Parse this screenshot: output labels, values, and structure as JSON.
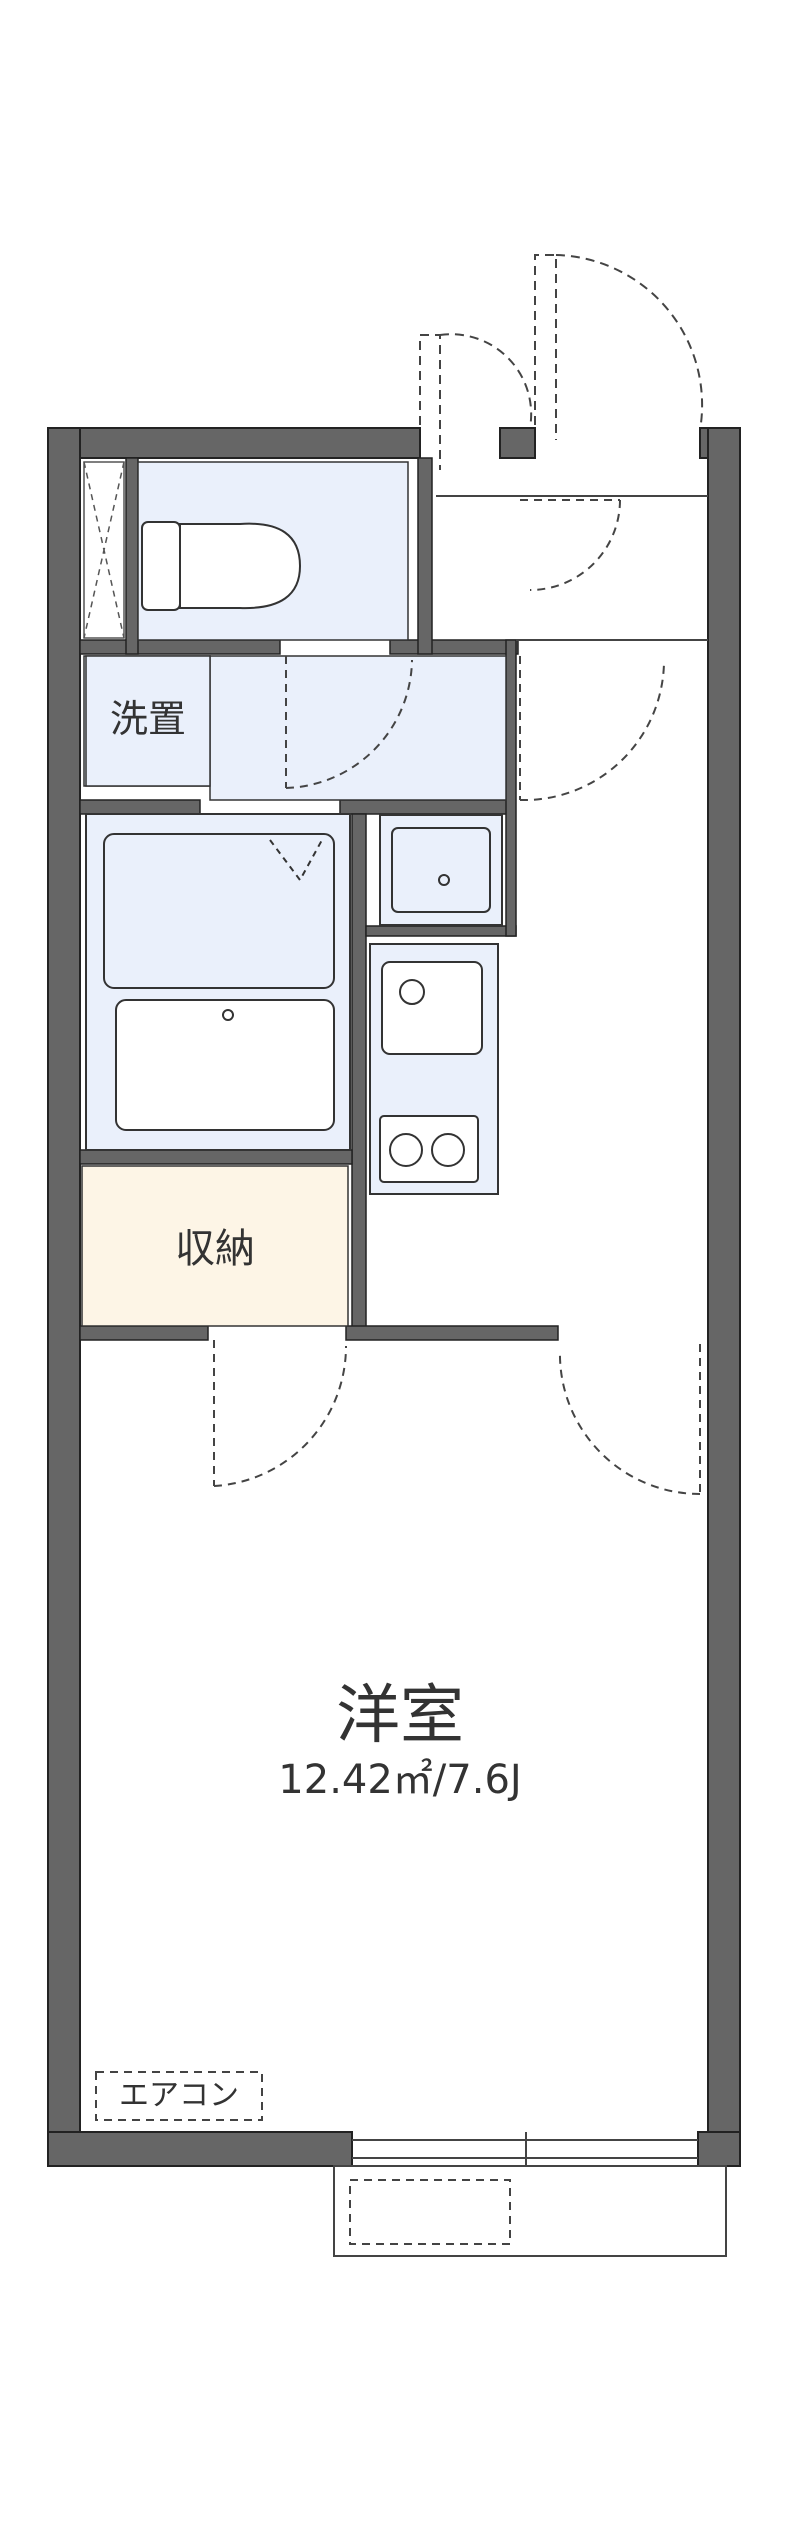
{
  "rooms": {
    "western_room": {
      "name": "洋室",
      "area": "12.42㎡/7.6J"
    },
    "storage": {
      "name": "収納"
    },
    "laundry": {
      "name": "洗置"
    }
  },
  "fixtures": {
    "aircon": {
      "name": "エアコン"
    }
  },
  "colors": {
    "wall": "#666666",
    "wet_area": "#eaf0fb",
    "storage": "#fdf5e6",
    "line": "#444444"
  }
}
